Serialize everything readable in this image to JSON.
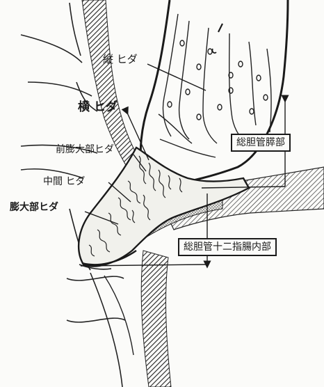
{
  "labels": {
    "longitudinal_fold": "縦 ヒダ",
    "transverse_fold": "横 ヒダ",
    "pre_ampulla_fold": "前膨大部ヒダ",
    "middle_fold": "中間 ヒダ",
    "ampulla_fold": "膨大部ヒダ",
    "bile_duct_pancreatic_part": "総胆管膵部",
    "bile_duct_duodenal_part": "総胆管十二指腸内部"
  },
  "colors": {
    "ink": "#1a1a1a",
    "paper": "#fbfbf9"
  }
}
